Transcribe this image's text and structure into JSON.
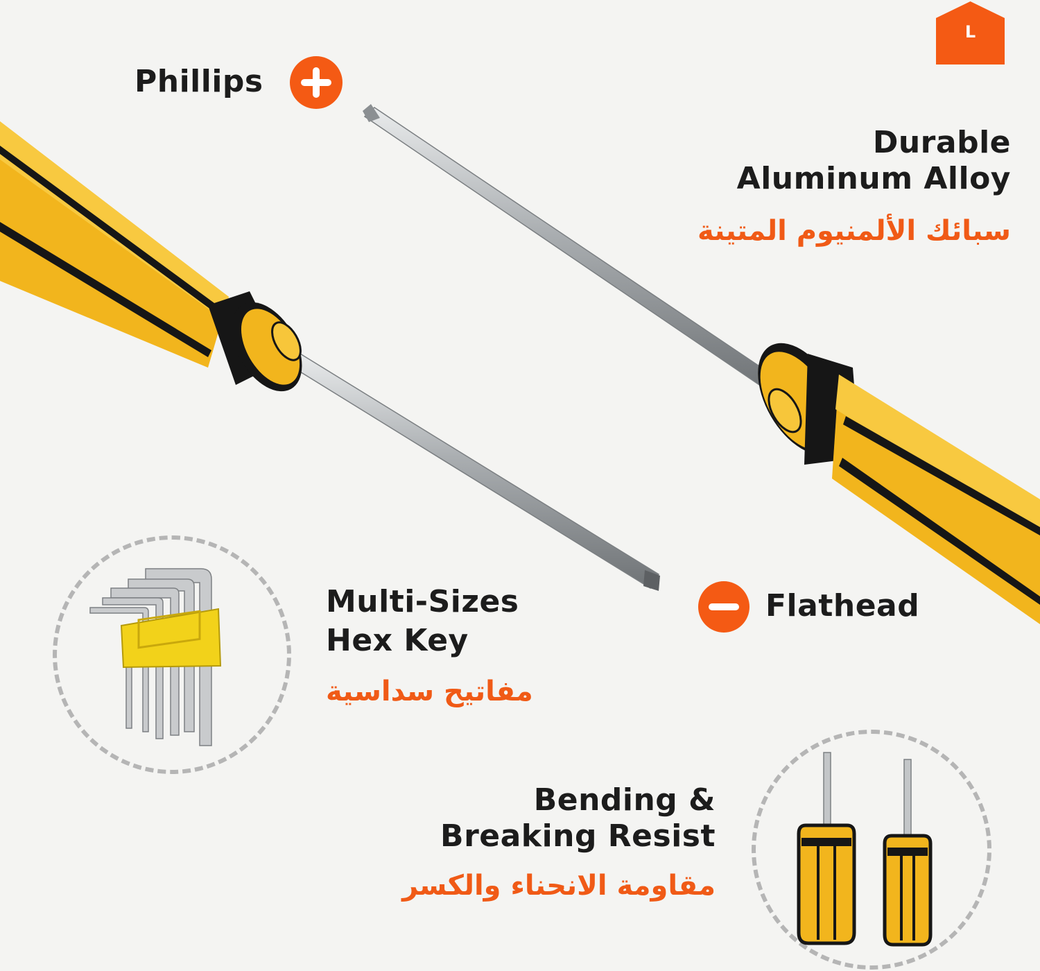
{
  "brand": {
    "logo_letter": "L",
    "color": "#f45a14"
  },
  "colors": {
    "accent": "#f05a16",
    "handle_yellow": "#f2b51d",
    "handle_black": "#161616",
    "steel": "#b9bcbf"
  },
  "icons": {
    "phillips": "cross-icon",
    "flathead": "minus-icon"
  },
  "features": {
    "phillips": {
      "label": "Phillips"
    },
    "flathead": {
      "label": "Flathead"
    },
    "alloy": {
      "line1": "Durable",
      "line2": "Aluminum Alloy",
      "arabic": "سبائك الألمنيوم المتينة"
    },
    "hex": {
      "line1": "Multi-Sizes",
      "line2": "Hex Key",
      "arabic": "مفاتيح سداسية"
    },
    "bending": {
      "line1": "Bending &",
      "line2": "Breaking Resist",
      "arabic": "مقاومة الانحناء والكسر"
    }
  }
}
